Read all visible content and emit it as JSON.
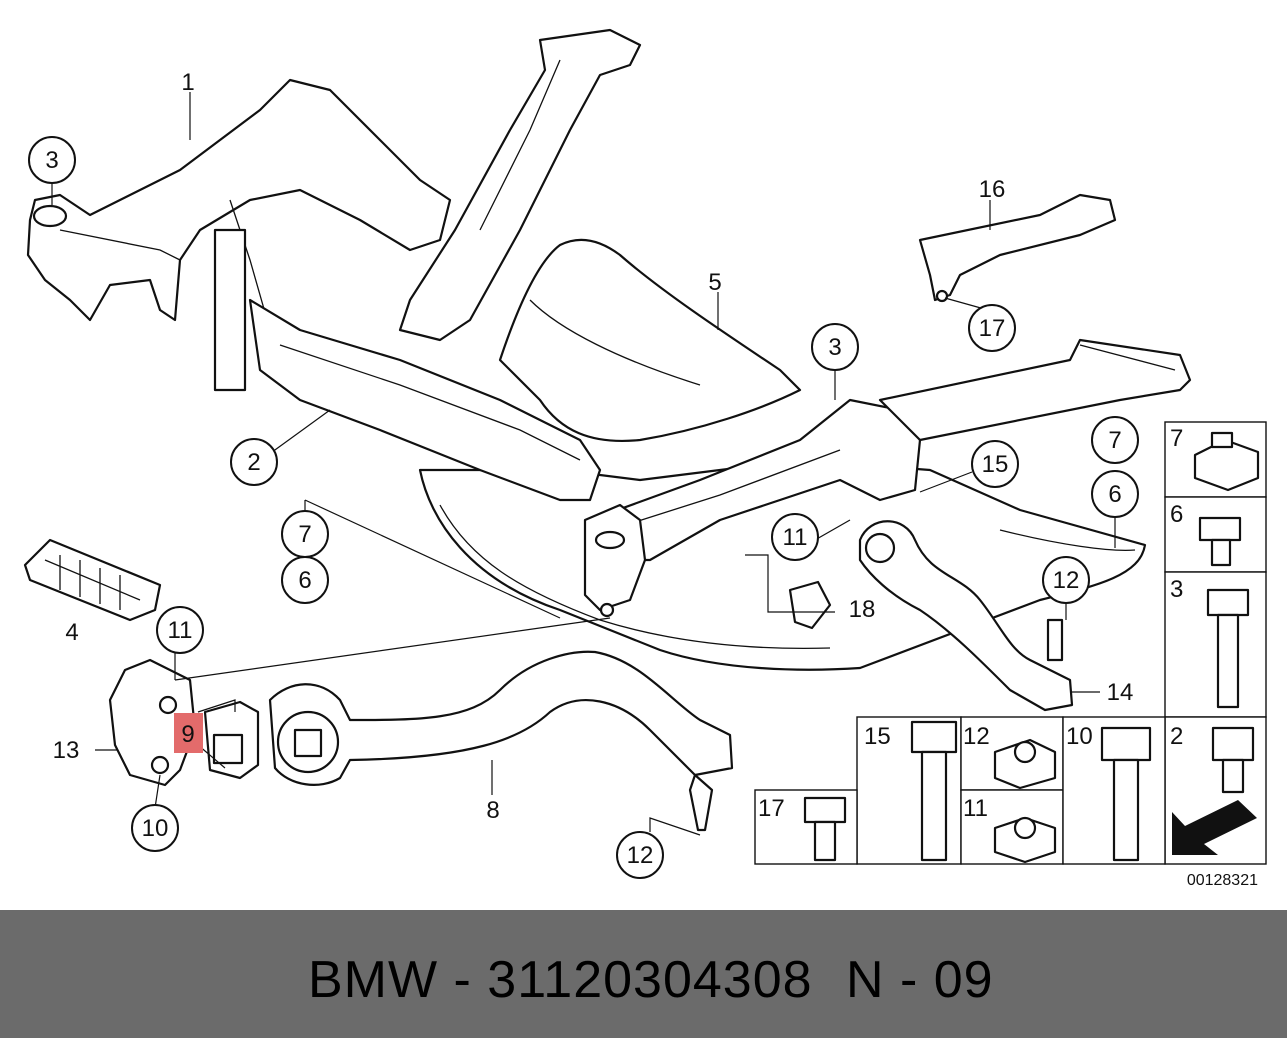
{
  "callouts": {
    "c1": "1",
    "c2": "2",
    "c3a": "3",
    "c3b": "3",
    "c4": "4",
    "c5": "5",
    "c6a": "6",
    "c6b": "6",
    "c7a": "7",
    "c7b": "7",
    "c8": "8",
    "c9": "9",
    "c10": "10",
    "c11a": "11",
    "c11b": "11",
    "c12a": "12",
    "c12b": "12",
    "c13": "13",
    "c14": "14",
    "c15": "15",
    "c16": "16",
    "c17": "17",
    "c18": "18"
  },
  "legend": {
    "r1": "7",
    "r2": "6",
    "r3": "3",
    "b15": "15",
    "b12": "12",
    "b10": "10",
    "b2": "2",
    "b17": "17",
    "b11": "11"
  },
  "diagram_id": "00128321",
  "highlight_color": "#e36b6b",
  "footer": {
    "title": "BMW - 31120304308",
    "code": "N - 09"
  }
}
